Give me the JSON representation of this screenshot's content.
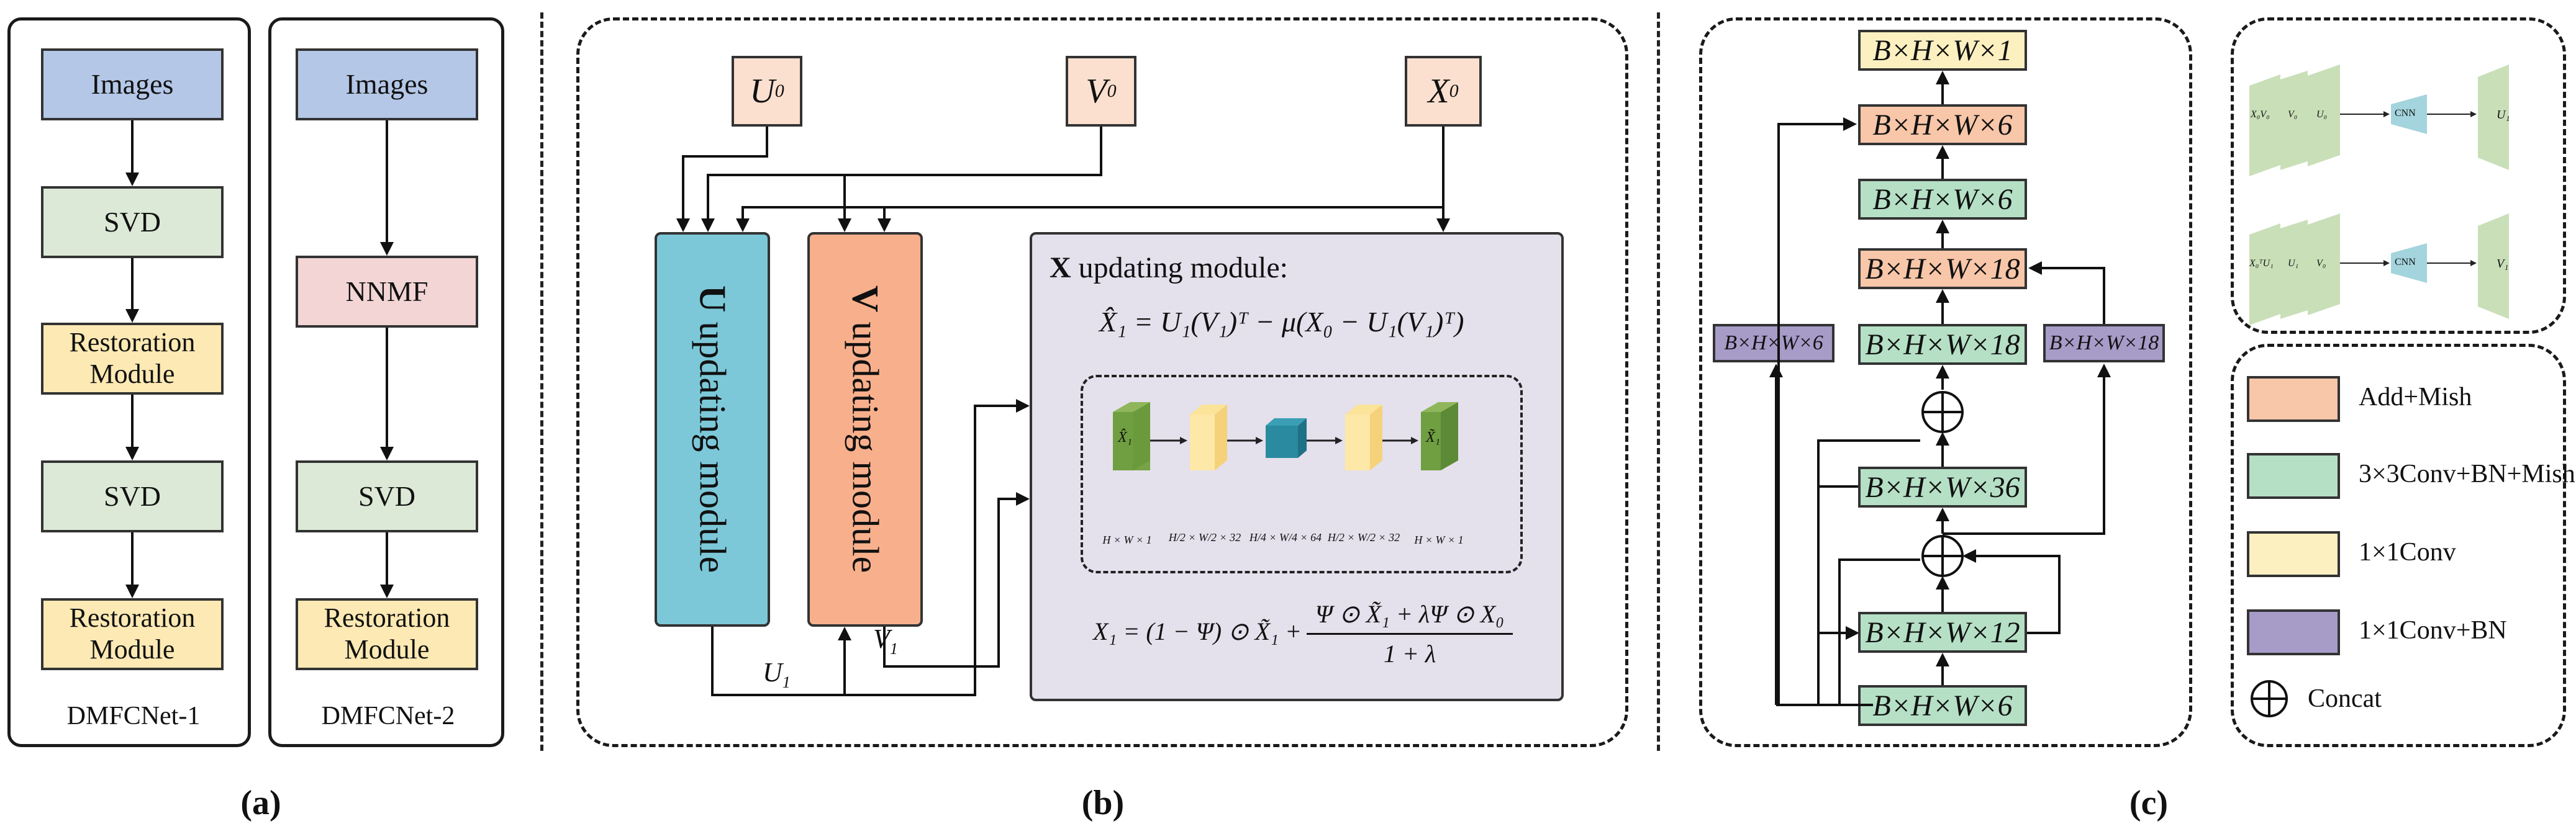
{
  "panel_a": {
    "label": "(a)",
    "net1": {
      "caption": "DMFCNet-1",
      "boxes": [
        "Images",
        "SVD",
        "Restoration Module",
        "SVD",
        "Restoration Module"
      ]
    },
    "net2": {
      "caption": "DMFCNet-2",
      "boxes": [
        "Images",
        "NNMF",
        "SVD",
        "Restoration Module"
      ]
    }
  },
  "panel_b": {
    "label": "(b)",
    "inputs": {
      "u0": "U",
      "v0": "V",
      "x0": "X",
      "sub0": "0"
    },
    "u_module": {
      "bold": "U",
      "text": " updating module"
    },
    "v_module": {
      "bold": "V",
      "text": " updating module"
    },
    "x_module_title": {
      "bold": "X",
      "text": " updating module:"
    },
    "x_eq1": "X̂₁ = U₁(V₁)ᵀ − μ(X₀ − U₁(V₁)ᵀ)",
    "x_eq2_left": "X₁ = (1 − Ψ) ⊙ X̃₁ +",
    "x_eq2_num": "Ψ ⊙ X̃₁ + λΨ ⊙ X₀",
    "x_eq2_den": "1 + λ",
    "u1_label": "U",
    "v1_label": "V",
    "sub1": "1",
    "inner": {
      "cube_in_label": "X̂₁",
      "cube_out_label": "X̃₁",
      "dims": [
        "H × W × 1",
        "H/2 × W/2 × 32",
        "H/4 × W/4 × 64",
        "H/2 × W/2 × 32",
        "H × W × 1"
      ]
    }
  },
  "panel_c": {
    "label": "(c)",
    "main_boxes": [
      "B×H×W×1",
      "B×H×W×6",
      "B×H×W×6",
      "B×H×W×18",
      "B×H×W×18",
      "B×H×W×36",
      "B×H×W×12",
      "B×H×W×6"
    ],
    "side_left": "B×H×W×6",
    "side_right": "B×H×W×18"
  },
  "mini": {
    "row1_in": [
      "X₀V₀",
      "V₀",
      "U₀"
    ],
    "row1_cnn": "CNN",
    "row1_out": "U₁",
    "row2_in": [
      "X₀ᵀU₁",
      "U₁",
      "V₀"
    ],
    "row2_cnn": "CNN",
    "row2_out": "V₁"
  },
  "legend": [
    {
      "color": "#f8c6a8",
      "text": "Add+Mish"
    },
    {
      "color": "#b5e0c6",
      "text": "3×3Conv+BN+Mish"
    },
    {
      "color": "#fdf0c0",
      "text": "1×1Conv"
    },
    {
      "color": "#a79bc8",
      "text": "1×1Conv+BN"
    },
    {
      "color": "",
      "text": "Concat"
    }
  ]
}
